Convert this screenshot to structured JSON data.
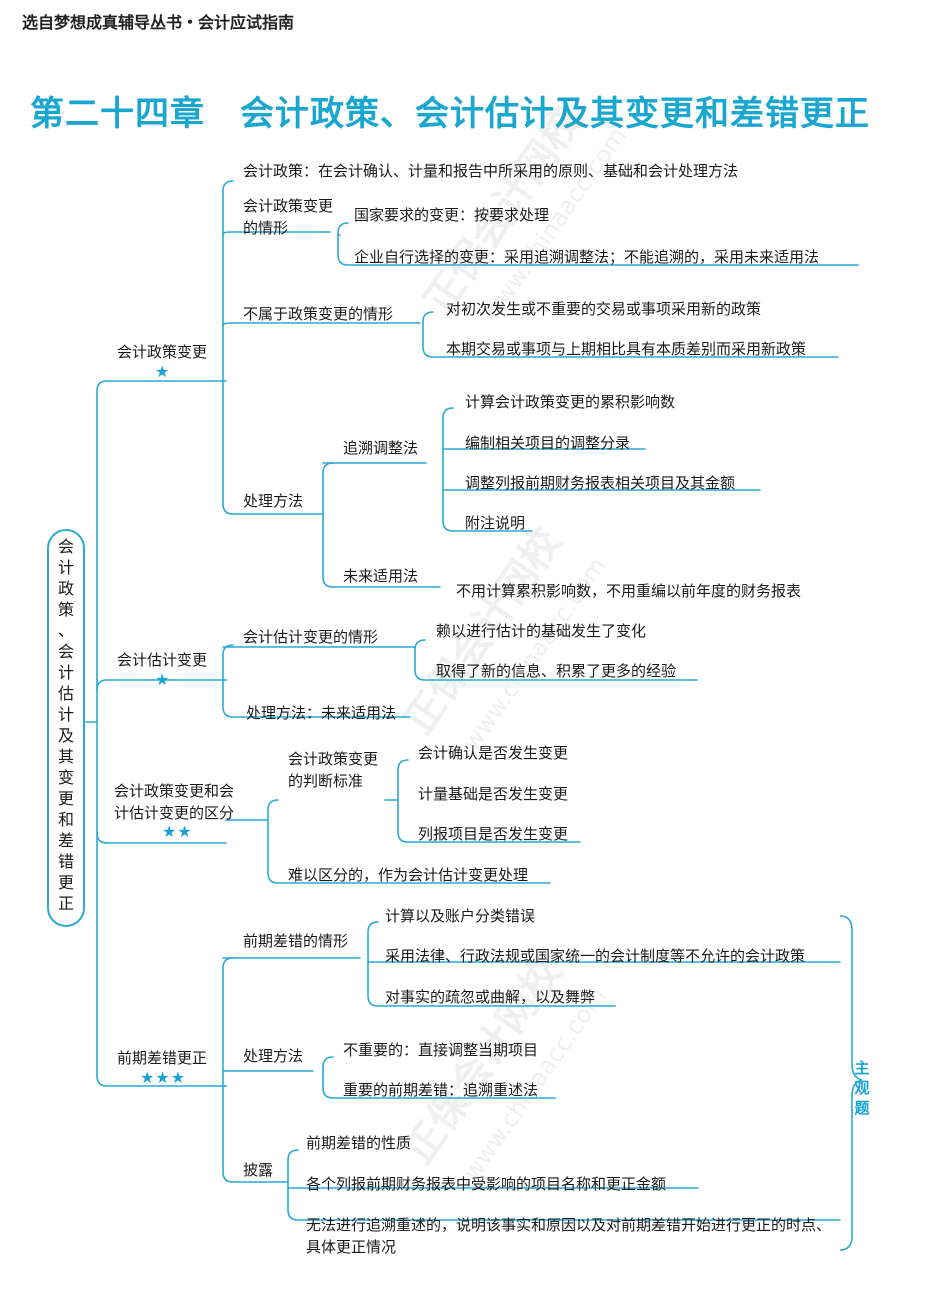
{
  "header": {
    "series": "选自梦想成真辅导丛书・会计应试指南"
  },
  "chapter": {
    "title": "第二十四章　会计政策、会计估计及其变更和差错更正"
  },
  "root": [
    "会",
    "计",
    "政",
    "策",
    "、",
    "会",
    "计",
    "估",
    "计",
    "及",
    "其",
    "变",
    "更",
    "和",
    "差",
    "错",
    "更",
    "正"
  ],
  "watermark": {
    "text": "正保会计网校",
    "url": "www.chinaacc.com"
  },
  "side_label": [
    "主",
    "观",
    "题"
  ],
  "policy_change": {
    "label": "会计政策变更",
    "stars": "★",
    "definition": "会计政策：在会计确认、计量和报告中所采用的原则、基础和会计处理方法",
    "circumstances": {
      "label": "会计政策变更的情形",
      "items": [
        "国家要求的变更：按要求处理",
        "企业自行选择的变更：采用追溯调整法；不能追溯的，采用未来适用法"
      ]
    },
    "not_change": {
      "label": "不属于政策变更的情形",
      "items": [
        "对初次发生或不重要的交易或事项采用新的政策",
        "本期交易或事项与上期相比具有本质差别而采用新政策"
      ]
    },
    "treatment": {
      "label": "处理方法",
      "retro": {
        "label": "追溯调整法",
        "items": [
          "计算会计政策变更的累积影响数",
          "编制相关项目的调整分录",
          "调整列报前期财务报表相关项目及其金额",
          "附注说明"
        ]
      },
      "prospective": {
        "label": "未来适用法",
        "desc": "不用计算累积影响数，不用重编以前年度的财务报表"
      }
    }
  },
  "estimate_change": {
    "label": "会计估计变更",
    "stars": "★",
    "circumstances": {
      "label": "会计估计变更的情形",
      "items": [
        "赖以进行估计的基础发生了变化",
        "取得了新的信息、积累了更多的经验"
      ]
    },
    "treatment": "处理方法：未来适用法"
  },
  "distinction": {
    "label": "会计政策变更和会计估计变更的区分",
    "stars": "★★",
    "criteria": {
      "label": "会计政策变更的判断标准",
      "items": [
        "会计确认是否发生变更",
        "计量基础是否发生变更",
        "列报项目是否发生变更"
      ]
    },
    "hard": "难以区分的，作为会计估计变更处理"
  },
  "prior_error": {
    "label": "前期差错更正",
    "stars": "★★★",
    "circumstances": {
      "label": "前期差错的情形",
      "items": [
        "计算以及账户分类错误",
        "采用法律、行政法规或国家统一的会计制度等不允许的会计政策",
        "对事实的疏忽或曲解，以及舞弊"
      ]
    },
    "treatment": {
      "label": "处理方法",
      "items": [
        "不重要的：直接调整当期项目",
        "重要的前期差错：追溯重述法"
      ]
    },
    "disclosure": {
      "label": "披露",
      "items": [
        "前期差错的性质",
        "各个列报前期财务报表中受影响的项目名称和更正金额",
        "无法进行追溯重述的，说明该事实和原因以及对前期差错开始进行更正的时点、具体更正情况"
      ]
    }
  },
  "colors": {
    "accent": "#19a7cf",
    "line": "#2aa9d4"
  }
}
